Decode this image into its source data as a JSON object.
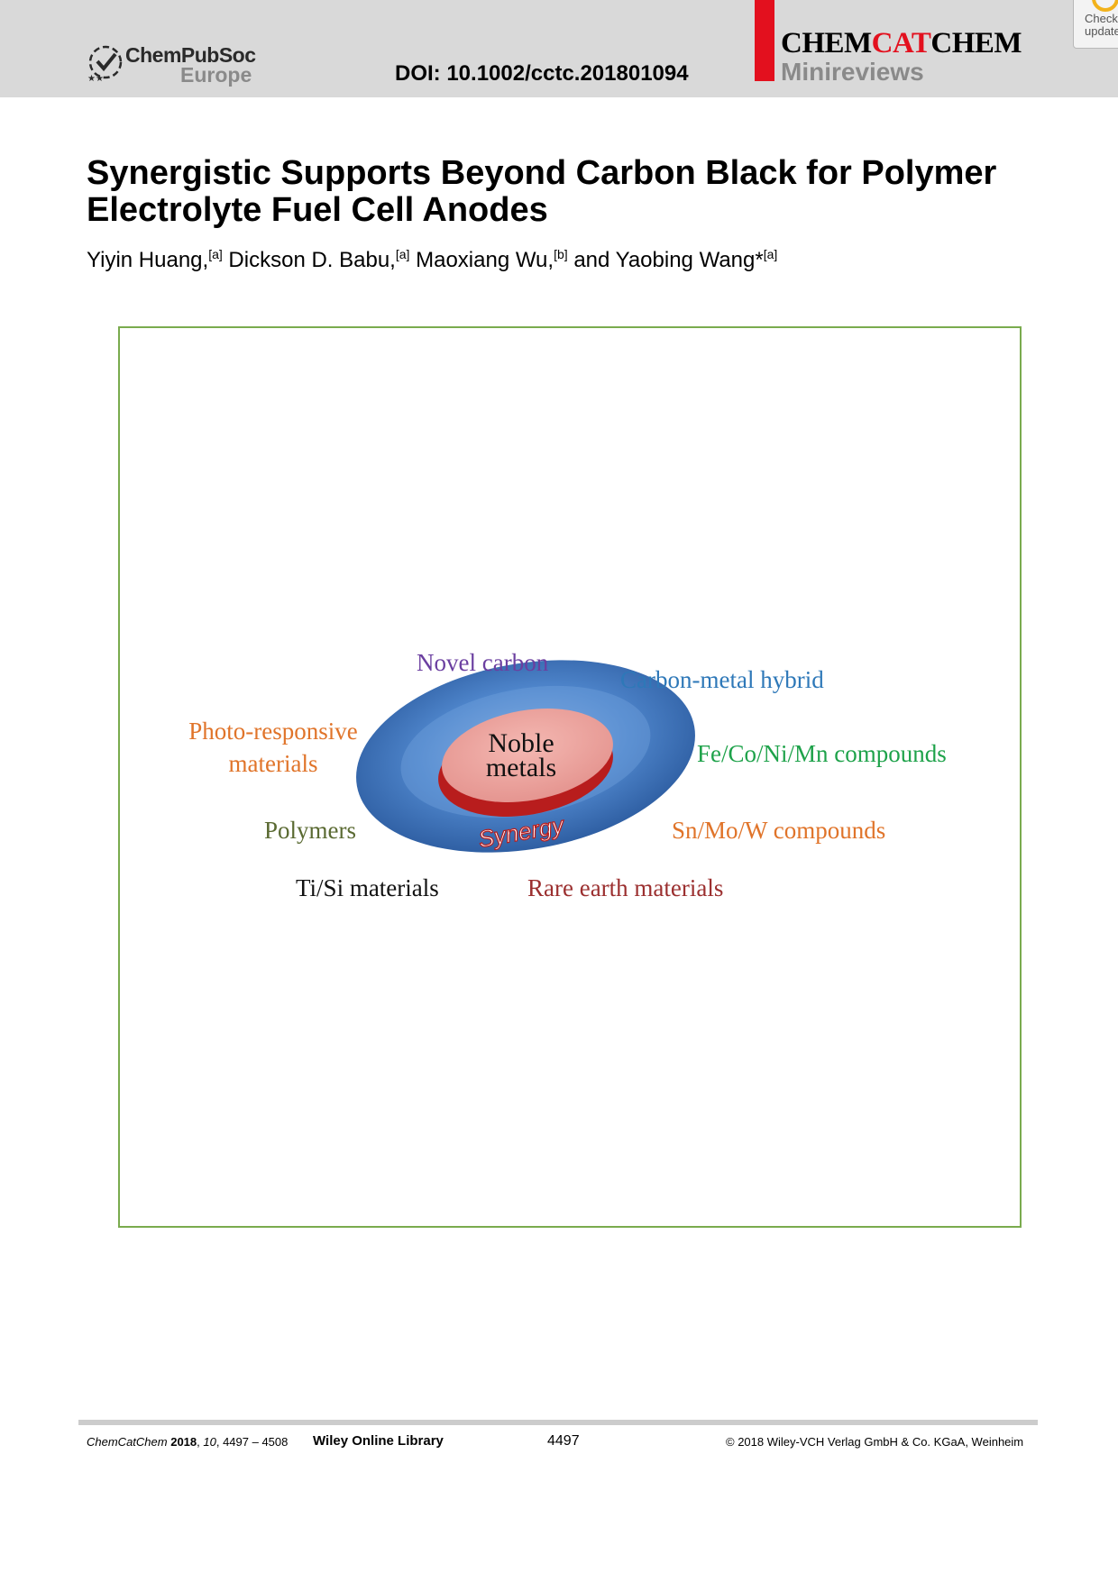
{
  "header": {
    "publisher_line1": "ChemPubSoc",
    "publisher_line2": "Europe",
    "doi": "DOI: 10.1002/cctc.201801094",
    "journal_part1": "CHEM",
    "journal_part2": "CAT",
    "journal_part3": "CHEM",
    "section": "Minireviews",
    "updates_line1": "Check for",
    "updates_line2": "updates"
  },
  "article": {
    "title": "Synergistic Supports Beyond Carbon Black for Polymer Electrolyte Fuel Cell Anodes",
    "authors": [
      {
        "name": "Yiyin Huang,",
        "affil": "[a]"
      },
      {
        "name": " Dickson D. Babu,",
        "affil": "[a]"
      },
      {
        "name": " Maoxiang Wu,",
        "affil": "[b]"
      },
      {
        "name": " and Yaobing Wang*",
        "affil": "[a]"
      }
    ]
  },
  "figure": {
    "border_color": "#7aab4e",
    "center_line1": "Noble",
    "center_line2": "metals",
    "ring_label": "Synergy",
    "labels": [
      {
        "text": "Novel carbon",
        "color": "#6b3fa0"
      },
      {
        "text": "Carbon-metal hybrid",
        "color": "#2e78b8"
      },
      {
        "text": "Photo-responsive",
        "color": "#e0742a"
      },
      {
        "text": "materials",
        "color": "#e0742a"
      },
      {
        "text": "Fe/Co/Ni/Mn compounds",
        "color": "#1ea24a"
      },
      {
        "text": "Polymers",
        "color": "#5a6a32"
      },
      {
        "text": "Sn/Mo/W compounds",
        "color": "#e0742a"
      },
      {
        "text": "Ti/Si materials",
        "color": "#111111"
      },
      {
        "text": "Rare earth materials",
        "color": "#9b2f2f"
      }
    ]
  },
  "footer": {
    "journal": "ChemCatChem",
    "year": "2018",
    "volume": "10",
    "pages": ", 4497 – 4508",
    "library": "Wiley Online Library",
    "page_number": "4497",
    "copyright": "© 2018 Wiley-VCH Verlag GmbH & Co. KGaA, Weinheim"
  }
}
